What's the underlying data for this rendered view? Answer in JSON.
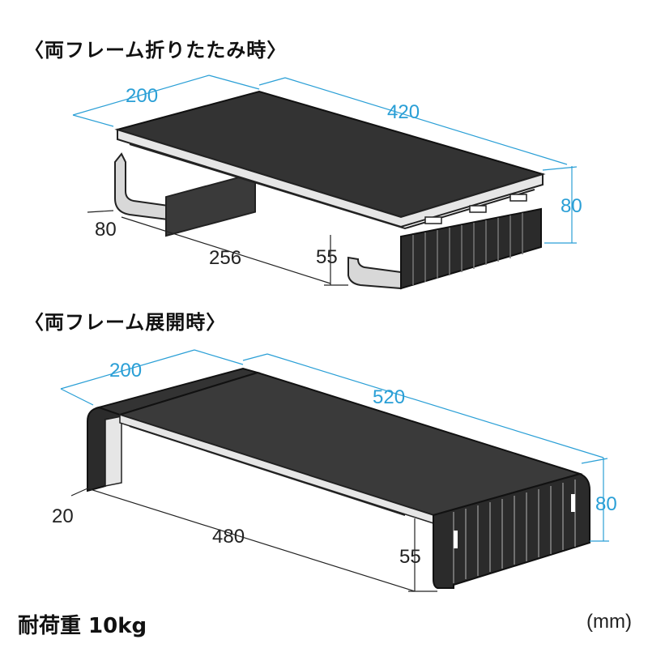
{
  "folded": {
    "heading": "〈両フレーム折りたたみ時〉",
    "dims": {
      "depth": "200",
      "length": "420",
      "height": "80",
      "foot": "80",
      "inner": "256",
      "clearance": "55"
    }
  },
  "expanded": {
    "heading": "〈両フレーム展開時〉",
    "dims": {
      "depth": "200",
      "length": "520",
      "height": "80",
      "thickness": "20",
      "inner": "480",
      "clearance": "55"
    }
  },
  "footer": {
    "load": "耐荷重 10kg",
    "unit": "(mm)"
  },
  "colors": {
    "dimension_blue": "#2a9fd6",
    "dimension_dark": "#222222",
    "product_dark": "#2b2b2b"
  }
}
